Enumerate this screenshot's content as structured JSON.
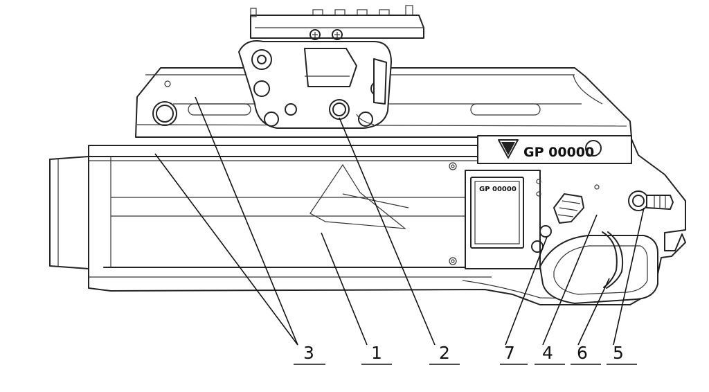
{
  "engraving": {
    "receiver_serial": "GP 00000",
    "magazine_label": "GP 00000"
  },
  "callouts": [
    {
      "label": "3"
    },
    {
      "label": "1"
    },
    {
      "label": "2"
    },
    {
      "label": "7"
    },
    {
      "label": "4"
    },
    {
      "label": "6"
    },
    {
      "label": "5"
    }
  ]
}
